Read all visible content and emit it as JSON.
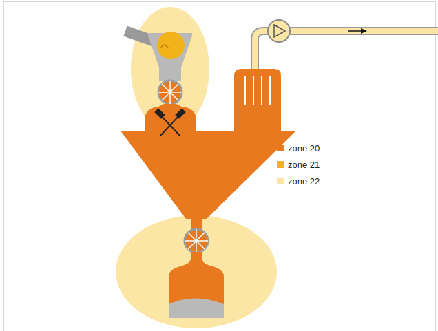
{
  "diagram": {
    "legend": [
      {
        "text": "zone 20",
        "color": "#e8791e"
      },
      {
        "text": "zone 21",
        "color": "#f2b21a"
      },
      {
        "text": "zone 22",
        "color": "#fce6a6"
      }
    ]
  }
}
